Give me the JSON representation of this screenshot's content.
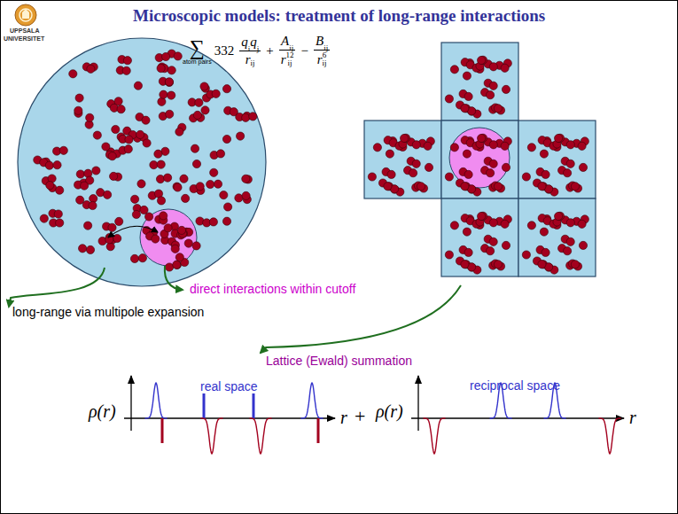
{
  "diagram": {
    "title": "Microscopic models: treatment of long-range interactions",
    "labels": [
      "UPPSALA",
      "UNIVERSITET",
      "∑",
      "atom pairs",
      "332",
      "q",
      "i",
      "q",
      "j",
      "r",
      "ij",
      "+",
      "A",
      "ij",
      "r",
      "ij",
      "12",
      "−",
      "B",
      "ij",
      "r",
      "ij",
      "6",
      "direct interactions within cutoff",
      "long-range via multipole expansion",
      "Lattice (Ewald) summation",
      "real space",
      "ρ(r)",
      "r",
      "+",
      "reciprocal space",
      "ρ(r)",
      "r"
    ]
  }
}
